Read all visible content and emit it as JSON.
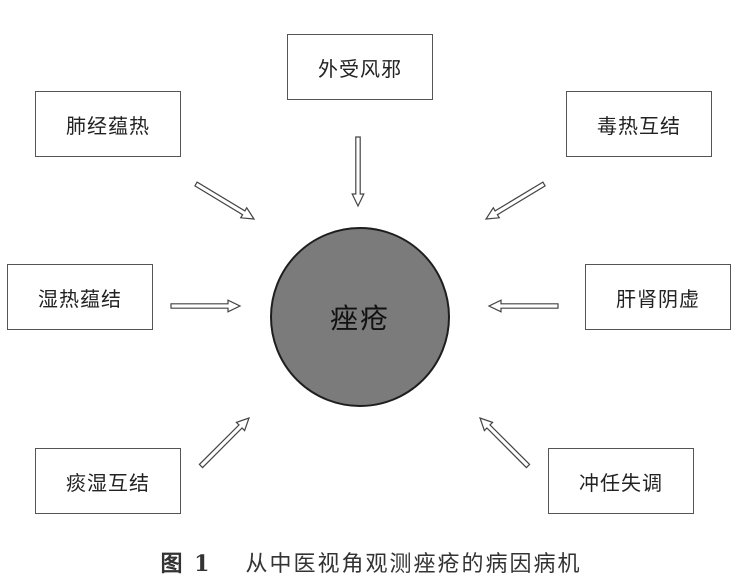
{
  "colors": {
    "center_fill": "#7b7b7b",
    "border": "#555555",
    "arrow_stroke": "#444444",
    "text": "#222222"
  },
  "center": {
    "label": "痤疮"
  },
  "causes": {
    "top": "外受风邪",
    "top_left": "肺经蕴热",
    "top_right": "毒热互结",
    "left": "湿热蕴结",
    "right": "肝肾阴虚",
    "bottom_left": "痰湿互结",
    "bottom_right": "冲任失调"
  },
  "caption": {
    "figure_number": "图 1",
    "title": "从中医视角观测痤疮的病因病机"
  }
}
